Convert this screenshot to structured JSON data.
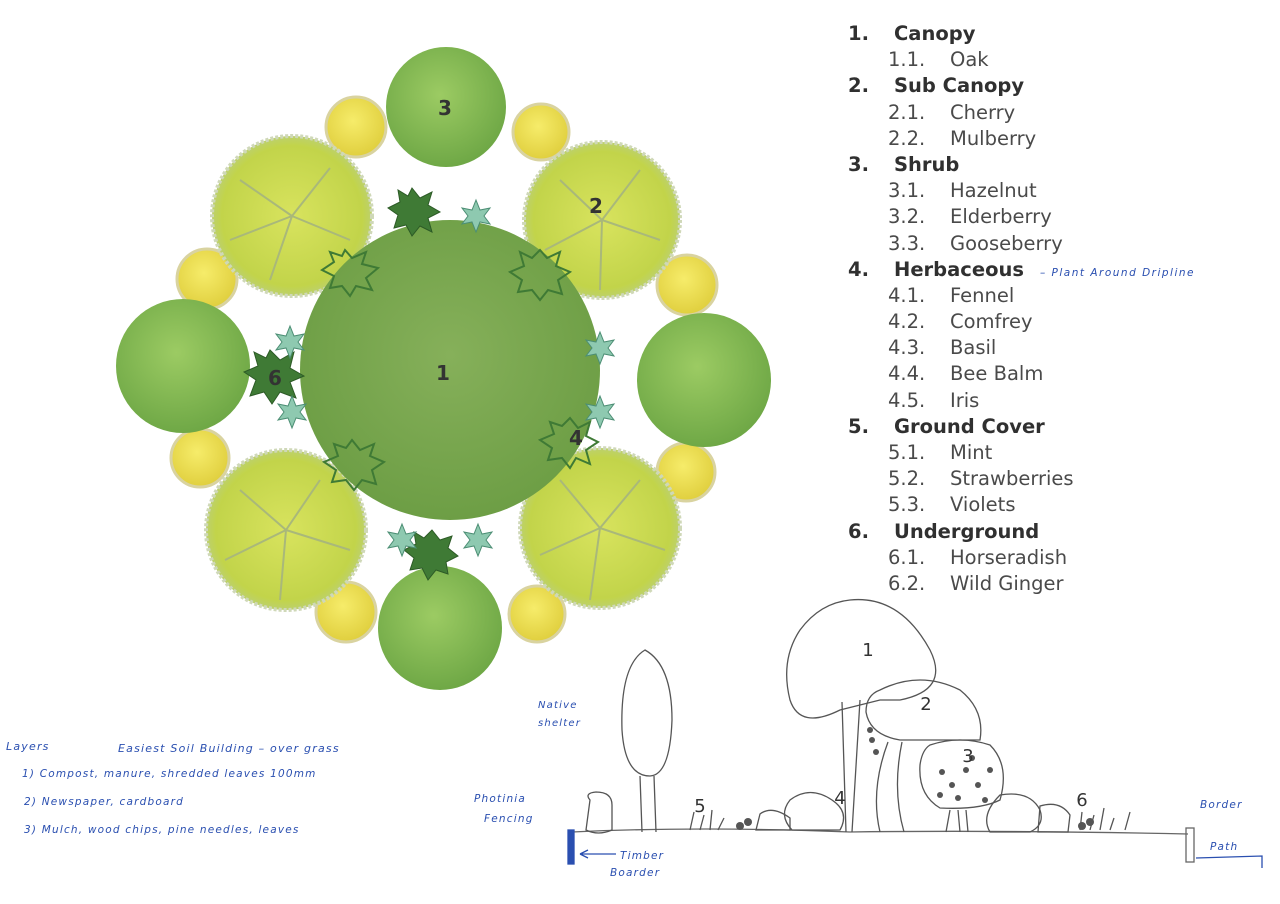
{
  "legend": [
    {
      "num": "1.",
      "name": "Canopy",
      "items": [
        {
          "num": "1.1.",
          "name": "Oak"
        }
      ]
    },
    {
      "num": "2.",
      "name": "Sub Canopy",
      "items": [
        {
          "num": "2.1.",
          "name": "Cherry"
        },
        {
          "num": "2.2.",
          "name": "Mulberry"
        }
      ]
    },
    {
      "num": "3.",
      "name": "Shrub",
      "items": [
        {
          "num": "3.1.",
          "name": "Hazelnut"
        },
        {
          "num": "3.2.",
          "name": "Elderberry"
        },
        {
          "num": "3.3.",
          "name": "Gooseberry"
        }
      ]
    },
    {
      "num": "4.",
      "name": "Herbaceous",
      "note": "– Plant Around Dripline",
      "items": [
        {
          "num": "4.1.",
          "name": "Fennel"
        },
        {
          "num": "4.2.",
          "name": "Comfrey"
        },
        {
          "num": "4.3.",
          "name": "Basil"
        },
        {
          "num": "4.4.",
          "name": "Bee Balm"
        },
        {
          "num": "4.5.",
          "name": "Iris"
        }
      ]
    },
    {
      "num": "5.",
      "name": "Ground Cover",
      "items": [
        {
          "num": "5.1.",
          "name": "Mint"
        },
        {
          "num": "5.2.",
          "name": "Strawberries"
        },
        {
          "num": "5.3.",
          "name": "Violets"
        }
      ]
    },
    {
      "num": "6.",
      "name": "Underground",
      "items": [
        {
          "num": "6.1.",
          "name": "Horseradish"
        },
        {
          "num": "6.2.",
          "name": "Wild Ginger"
        }
      ]
    }
  ],
  "plan_labels": {
    "canopy": "1",
    "sub_canopy": "2",
    "shrub": "3",
    "herbaceous": "4",
    "underground": "6"
  },
  "notes": {
    "title": "Layers",
    "subtitle": "Easiest Soil Building – over grass",
    "step1": "1) Compost, manure, shredded leaves 100mm",
    "step2": "2) Newspaper, cardboard",
    "step3": "3) Mulch, wood chips, pine needles, leaves"
  },
  "section": {
    "labels": {
      "l1": "1",
      "l2": "2",
      "l3": "3",
      "l4": "4",
      "l5": "5",
      "l6": "6"
    },
    "native_1": "Native",
    "native_2": "shelter",
    "photinia_1": "Photinia",
    "photinia_2": "Fencing",
    "timber_1": "Timber",
    "timber_2": "Boarder",
    "border": "Border",
    "path": "Path"
  },
  "colors": {
    "canopy": "#7aa84e",
    "sub_canopy": "#c9d94e",
    "shrub_round": "#88bd55",
    "yellow_shrub": "#e9e053",
    "herb_dark": "#4e8a3e",
    "ink": "#2a4fb0"
  }
}
